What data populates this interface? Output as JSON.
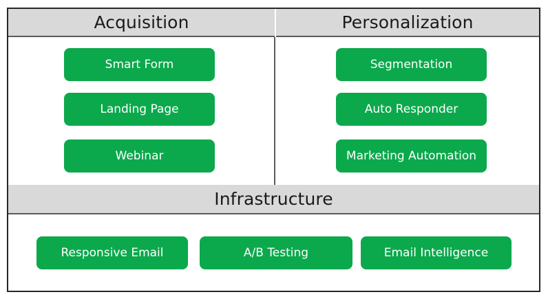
{
  "diagram": {
    "type": "matrix-capability-map",
    "colors": {
      "pill_green": "#0BA94C",
      "band_gray": "#D9D9D9",
      "border_dark": "#262626",
      "band_border": "#5A5A5A",
      "pill_text": "#FFFFFF",
      "band_text": "#1A1A1A"
    },
    "sections": [
      {
        "id": "acquisition",
        "title": "Acquisition",
        "items": [
          {
            "id": "smart-form",
            "label": "Smart Form"
          },
          {
            "id": "landing-page",
            "label": "Landing Page"
          },
          {
            "id": "webinar",
            "label": "Webinar"
          }
        ]
      },
      {
        "id": "personalization",
        "title": "Personalization",
        "items": [
          {
            "id": "segmentation",
            "label": "Segmentation"
          },
          {
            "id": "auto-responder",
            "label": "Auto Responder"
          },
          {
            "id": "marketing-automation",
            "label": "Marketing Automation"
          }
        ]
      },
      {
        "id": "infrastructure",
        "title": "Infrastructure",
        "items": [
          {
            "id": "responsive-email",
            "label": "Responsive Email"
          },
          {
            "id": "ab-testing",
            "label": "A/B Testing"
          },
          {
            "id": "email-intelligence",
            "label": "Email Intelligence"
          }
        ]
      }
    ]
  }
}
